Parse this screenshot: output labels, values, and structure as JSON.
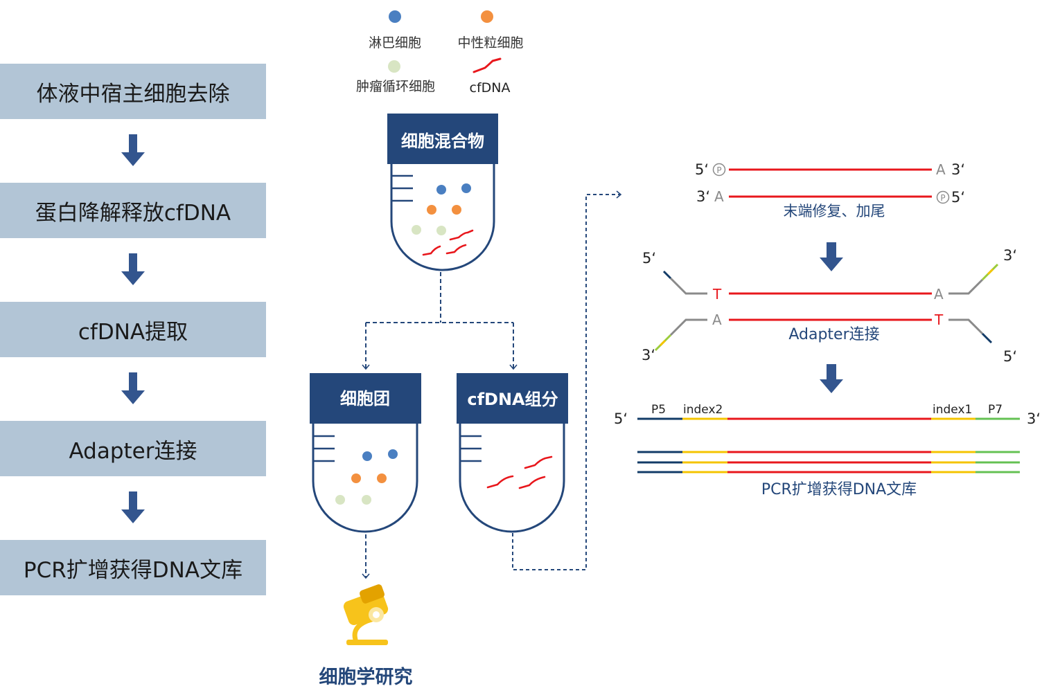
{
  "colors": {
    "step_bg": "#b2c5d6",
    "navy": "#24477a",
    "arrow": "#33558e",
    "dna_red": "#e8171c",
    "blue_cell": "#4a7fc1",
    "orange_cell": "#f3903f",
    "green_cell": "#d8e5c3",
    "adapter_navy": "#123b67",
    "index_yellow": "#f4c400",
    "p7_green": "#64c153",
    "gray": "#8a8a8a"
  },
  "workflow_steps": [
    "体液中宿主细胞去除",
    "蛋白降解释放cfDNA",
    "cfDNA提取",
    "Adapter连接",
    "PCR扩增获得DNA文库"
  ],
  "legend": {
    "lymphocyte": "淋巴细胞",
    "neutrophil": "中性粒细胞",
    "ctc": "肿瘤循环细胞",
    "cfdna": "cfDNA"
  },
  "tubes": {
    "mixture": "细胞混合物",
    "pellet": "细胞团",
    "cfdna_fraction": "cfDNA组分"
  },
  "microscope_label": "细胞学研究",
  "library": {
    "end_repair": {
      "top_left": "5‘",
      "top_right": "3‘",
      "bottom_left": "3‘",
      "bottom_right": "5‘",
      "phosphate": "P",
      "a_base": "A",
      "caption": "末端修复、加尾"
    },
    "ligation": {
      "top_left": "5‘",
      "top_right": "3‘",
      "bottom_left": "3‘",
      "bottom_right": "5‘",
      "t_base": "T",
      "a_base": "A",
      "caption": "Adapter连接"
    },
    "final": {
      "left_end": "5‘",
      "right_end": "3‘",
      "p5": "P5",
      "index2": "index2",
      "index1": "index1",
      "p7": "P7",
      "caption": "PCR扩增获得DNA文库"
    }
  }
}
